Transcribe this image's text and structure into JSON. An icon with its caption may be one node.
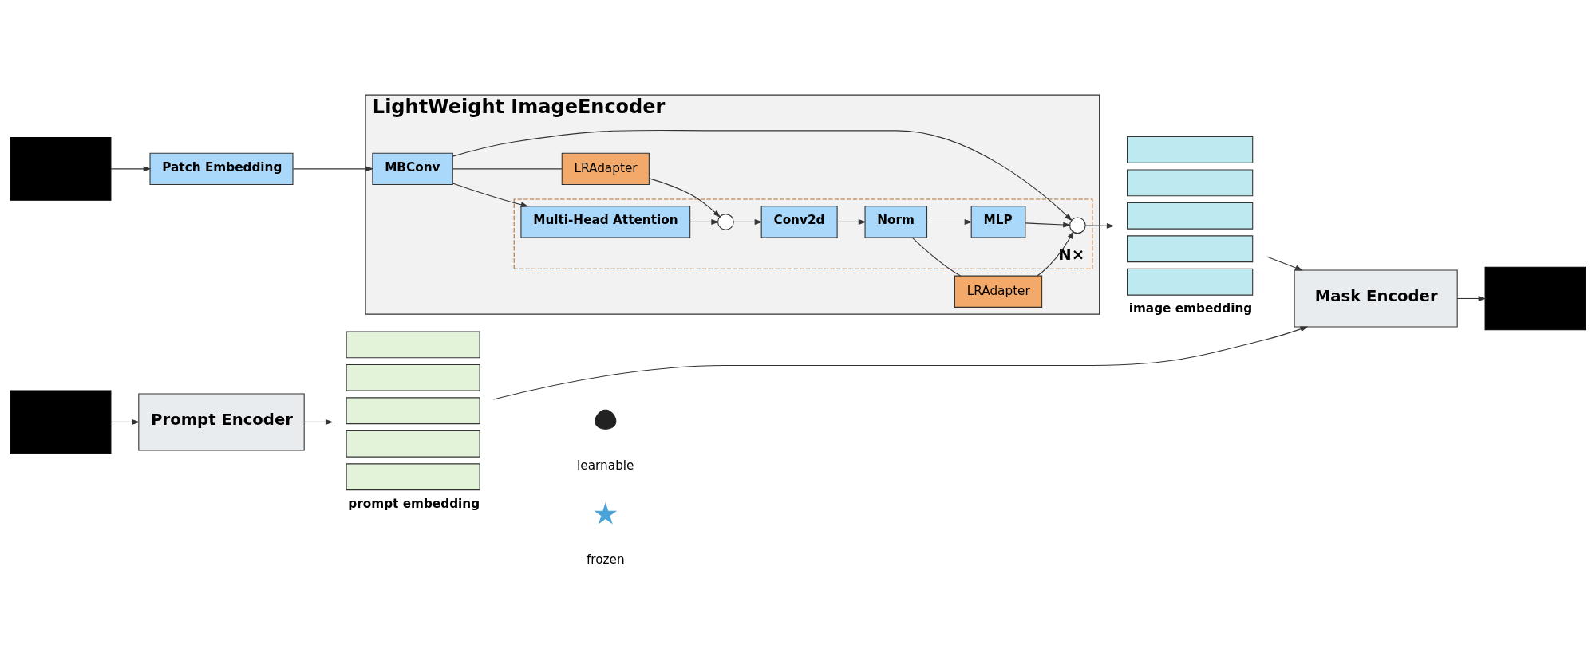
{
  "diagram": {
    "nodes": [
      {
        "text": [],
        "shape": "box"
      },
      {
        "text": [
          "Patch Embedding"
        ]
      },
      {
        "text": [
          "LightWeight ImageEncoder"
        ]
      },
      {
        "text": [
          "N×"
        ],
        "in": 2
      },
      {
        "text": [
          "MBConv"
        ],
        "in": 2
      },
      {
        "text": [
          "Multi-Head Attention"
        ],
        "in": 3
      },
      {
        "text": [],
        "shape": "circle",
        "in": 3
      },
      {
        "text": [
          "Conv2d"
        ],
        "in": 3
      },
      {
        "text": [
          "Norm"
        ],
        "in": 3
      },
      {
        "text": [
          "MLP"
        ],
        "in": 3
      },
      {
        "text": [],
        "shape": "circle",
        "in": 3
      },
      {
        "text": [
          "LRAdapter"
        ],
        "in": 2
      },
      {
        "text": [
          "LRAdapter"
        ],
        "in": 2
      },
      {
        "text": [],
        "shape": "bar",
        "beside": [
          "image embedding"
        ]
      },
      {
        "text": [
          "Mask Encoder"
        ]
      },
      {
        "text": [],
        "shape": "box"
      },
      {
        "text": [],
        "shape": "box"
      },
      {
        "text": [
          "Prompt Encoder"
        ]
      },
      {
        "text": [],
        "shape": "bar",
        "beside": [
          "prompt embedding"
        ]
      }
    ],
    "edges": [
      {
        "from": 0,
        "to": 1,
        "arrow": "to"
      },
      {
        "from": 1,
        "to": 4,
        "arrow": "to"
      },
      {
        "from": 4,
        "to": 5,
        "arrow": "to"
      },
      {
        "from": 4,
        "to": 11,
        "arrow": "none"
      },
      {
        "from": 4,
        "to": 10,
        "arrow": "to"
      },
      {
        "from": 5,
        "to": 6,
        "arrow": "to"
      },
      {
        "from": 11,
        "to": 6,
        "arrow": "to"
      },
      {
        "from": 6,
        "to": 7,
        "arrow": "to"
      },
      {
        "from": 7,
        "to": 8,
        "arrow": "to"
      },
      {
        "from": 8,
        "to": 9,
        "arrow": "to"
      },
      {
        "from": 8,
        "to": 12,
        "arrow": "none"
      },
      {
        "from": 9,
        "to": 10,
        "arrow": "to"
      },
      {
        "from": 12,
        "to": 10,
        "arrow": "to"
      },
      {
        "from": 10,
        "to": 13,
        "arrow": "to"
      },
      {
        "from": 13,
        "to": 14,
        "arrow": "to"
      },
      {
        "from": 14,
        "to": 15,
        "arrow": "to"
      },
      {
        "from": 16,
        "to": 17,
        "arrow": "to"
      },
      {
        "from": 17,
        "to": 18,
        "arrow": "to"
      },
      {
        "from": 18,
        "to": 14,
        "arrow": "to"
      }
    ],
    "legend": [
      {
        "text": "learnable"
      },
      {
        "text": "frozen"
      }
    ]
  }
}
